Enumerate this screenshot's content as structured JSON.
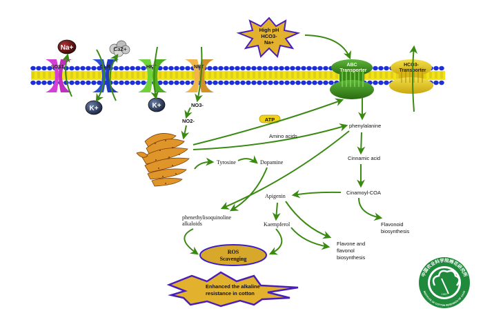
{
  "diagram": {
    "stress_signal": {
      "line1": "High pH",
      "line2": "HCO3-",
      "line3": "Na+"
    },
    "membrane_channels": [
      {
        "id": "sos1",
        "label": "SOS1",
        "color": "#d63fd6"
      },
      {
        "id": "glr",
        "label": "GLR",
        "color": "#2c4fd8"
      },
      {
        "id": "hkt",
        "label": "HKT",
        "color": "#5fc22e"
      },
      {
        "id": "nrt",
        "label": "NRT",
        "color": "#e0a23a"
      },
      {
        "id": "abc",
        "label_line1": "ABC",
        "label_line2": "Transporter",
        "color": "#3f8f1c"
      },
      {
        "id": "hco3",
        "label_line1": "HCO3-",
        "label_line2": "Transporter",
        "color": "#e6c81e"
      }
    ],
    "ions": {
      "na": "Na+",
      "ca": "Ca2+",
      "k_left": "K+",
      "k_right": "K+"
    },
    "nitrogen": {
      "no3": "NO3-",
      "no2": "NO2-"
    },
    "atp": "ATP",
    "metabolites": {
      "amino_acids": "Amino acids",
      "tyrosine": "Tyrosine",
      "dopamine": "Dopamine",
      "phenylalanine": "phenylalanine",
      "cinnamic_acid": "Cinnamic acid",
      "cinamoyl_coa": "Cinamoyl-COA",
      "apigenin": "Apigenin",
      "kaempferol": "Kaempferol",
      "phenethylisoquinoline_line1": "phenethylisoquinoline",
      "phenethylisoquinoline_line2": "alkaloids",
      "flavonoid_line1": "Flavonoid",
      "flavonoid_line2": "biosynthesis",
      "flavone_line1": "Flavone and",
      "flavone_line2": "flavonol",
      "flavone_line3": "biosynthesis"
    },
    "ros": {
      "line1": "ROS",
      "line2": "Scavenging"
    },
    "outcome": {
      "line1": "Enhanced the alkaline",
      "line2": "resistance in cotton"
    },
    "logo": {
      "top_text": "中国农业科学院棉花研究所",
      "bottom_text": "INSTITUTE OF COTTON RESEARCH OF CAAS",
      "year": "1957",
      "color": "#1f8a3c"
    },
    "colors": {
      "arrow": "#3a8a12",
      "membrane_head": "#1f2fd6",
      "membrane_tail": "#f2e21a",
      "burst_fill": "#e2b12e",
      "burst_stroke": "#4a1fb8",
      "organelle": "#e0952a"
    }
  }
}
